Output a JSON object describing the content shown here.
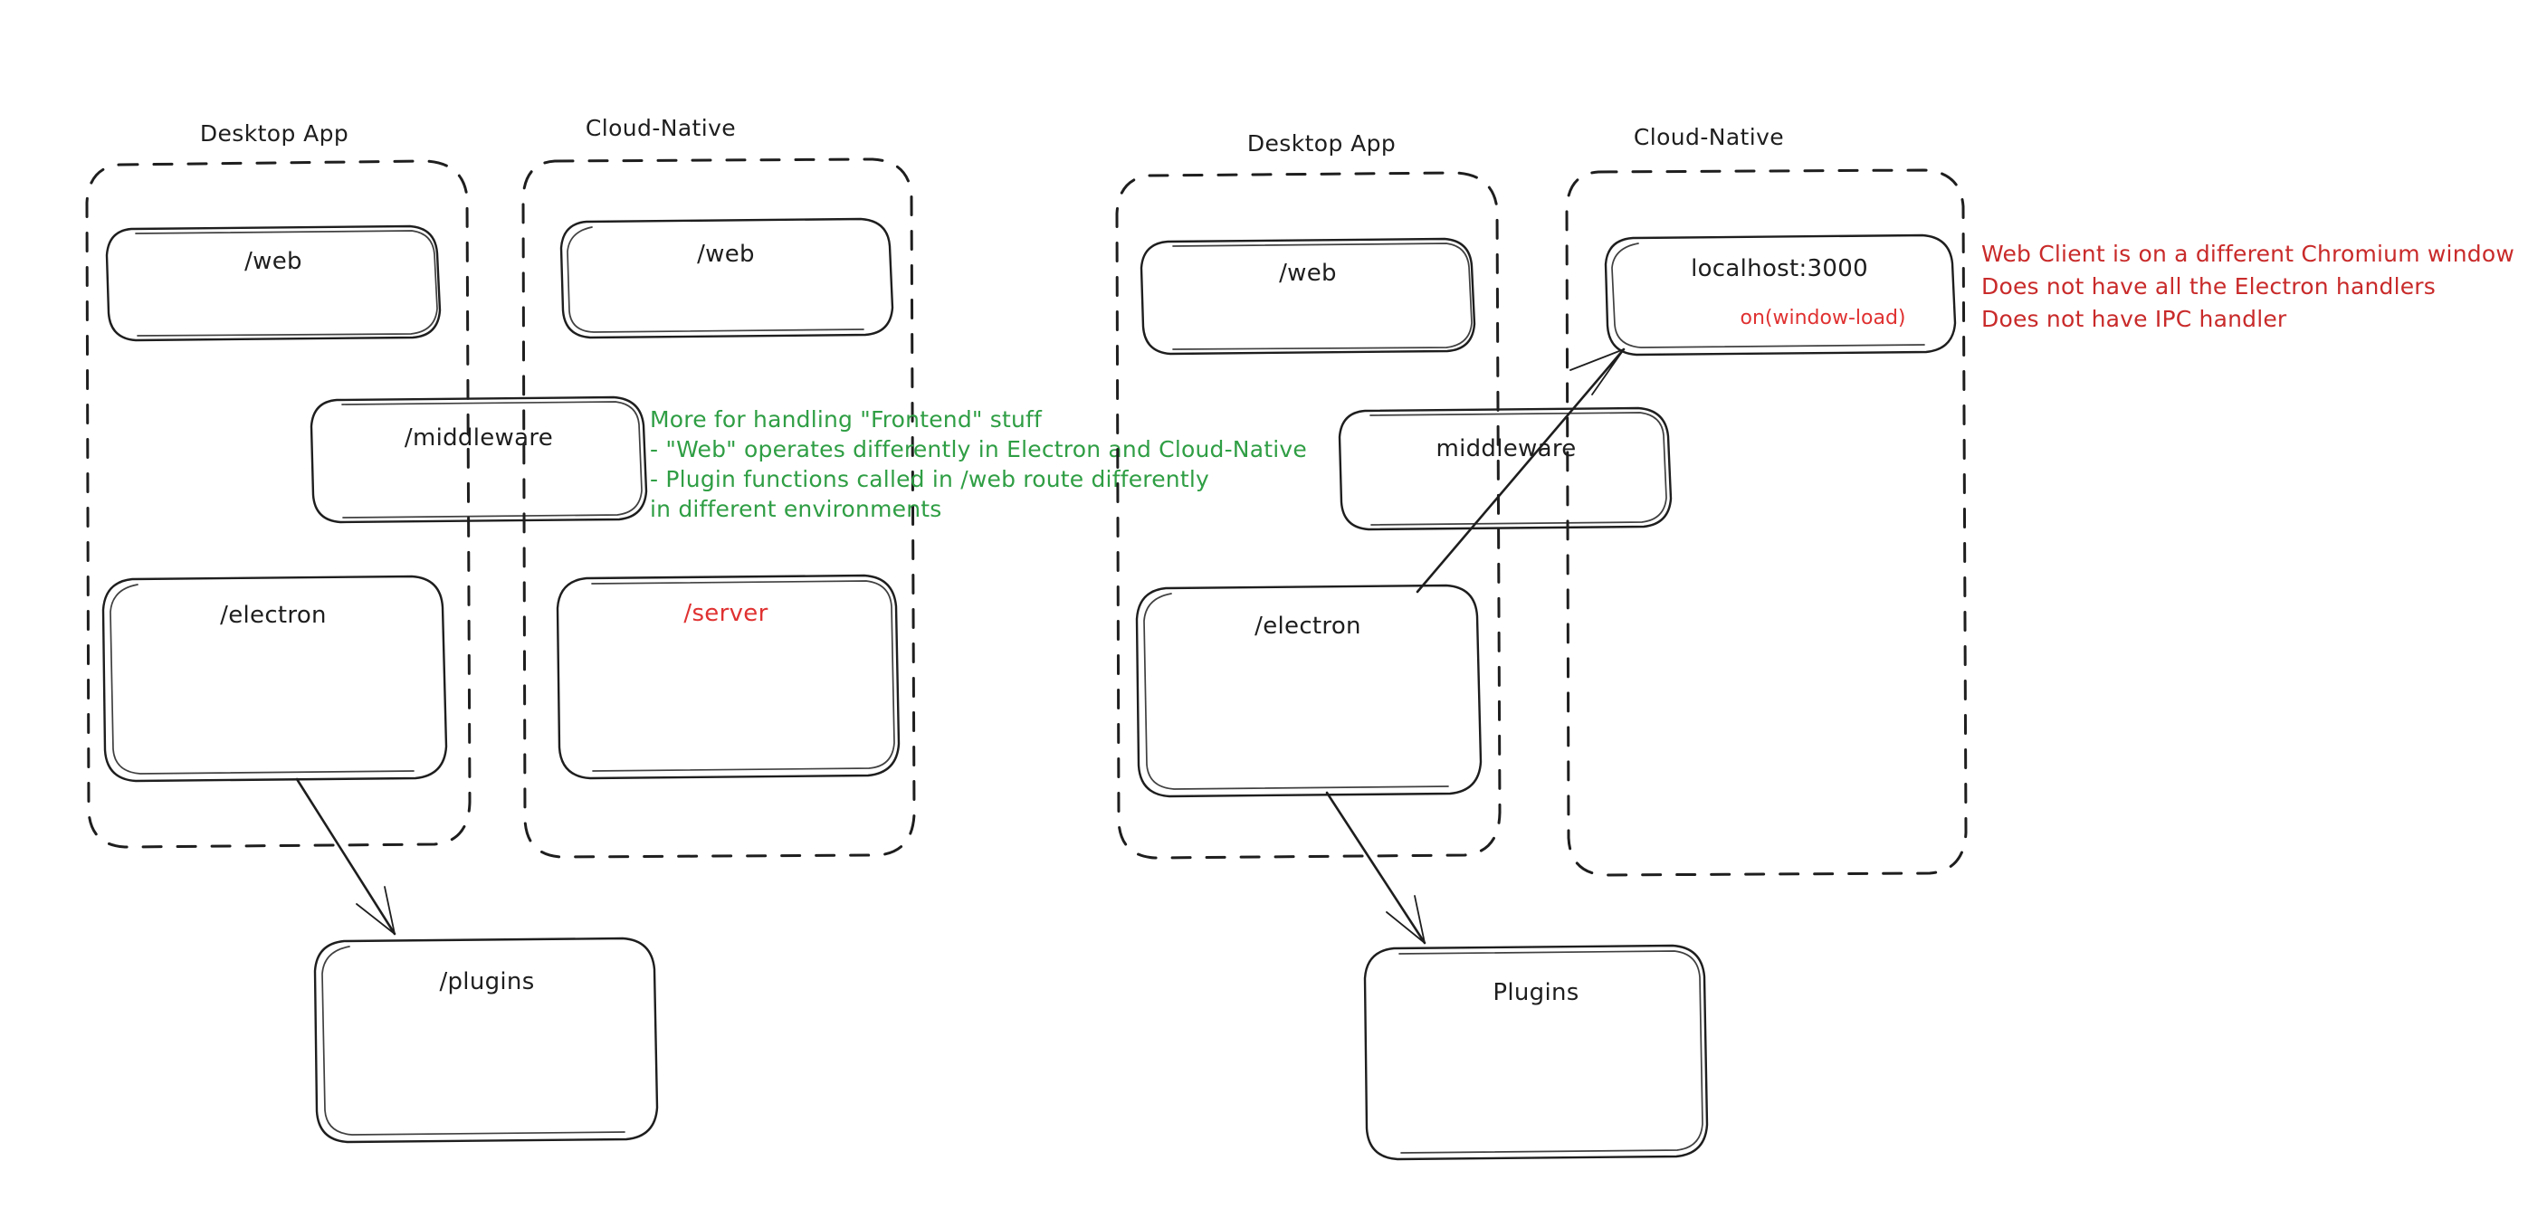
{
  "diagram": {
    "type": "architecture-sketch",
    "style": "hand-drawn-excalidraw",
    "background": "#ffffff",
    "colors": {
      "stroke": "#1e1e1e",
      "green": "#2f9e44",
      "red": "#e03131",
      "red_note": "#c92a2a"
    },
    "left_diagram": {
      "frames": [
        {
          "label": "Desktop App"
        },
        {
          "label": "Cloud-Native"
        }
      ],
      "boxes": [
        {
          "label": "/web",
          "color": "black"
        },
        {
          "label": "/web",
          "color": "black"
        },
        {
          "label": "/middleware",
          "color": "black"
        },
        {
          "label": "/electron",
          "color": "black"
        },
        {
          "label": "/server",
          "color": "red"
        },
        {
          "label": "/plugins",
          "color": "black"
        }
      ],
      "note": {
        "color": "green",
        "lines": [
          "More for handling \"Frontend\" stuff",
          "- \"Web\" operates differently in Electron and Cloud-Native",
          "- Plugin functions called in /web route differently",
          "in different environments"
        ]
      }
    },
    "right_diagram": {
      "frames": [
        {
          "label": "Desktop App"
        },
        {
          "label": "Cloud-Native"
        }
      ],
      "boxes": [
        {
          "label": "/web",
          "color": "black"
        },
        {
          "label": "localhost:3000",
          "sublabel": "on(window-load)",
          "color": "black",
          "sublabel_color": "red"
        },
        {
          "label": "middleware",
          "color": "black"
        },
        {
          "label": "/electron",
          "color": "black"
        },
        {
          "label": "Plugins",
          "color": "black"
        }
      ],
      "note": {
        "color": "red",
        "lines": [
          "Web Client is on a different Chromium window",
          "Does not have all the Electron handlers",
          "Does not have IPC handler"
        ]
      }
    },
    "arrows": [
      {
        "from": "/electron",
        "to": "/plugins"
      },
      {
        "from": "/electron",
        "to": "localhost:3000"
      },
      {
        "from": "/electron",
        "to": "Plugins"
      }
    ]
  }
}
